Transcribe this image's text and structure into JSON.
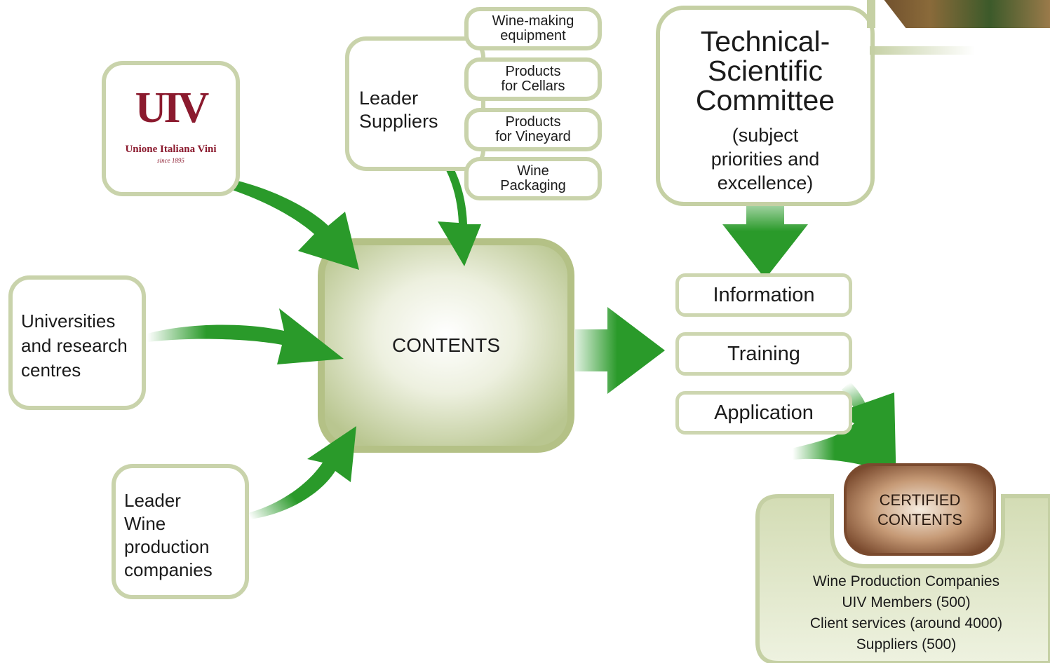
{
  "uiv_logo": {
    "mark": "UIV",
    "name": "Unione Italiana Vini",
    "since": "since 1895"
  },
  "universities": [
    "Universities",
    "and research",
    "centres"
  ],
  "leader_wine": [
    "Leader",
    "Wine",
    "production",
    "companies"
  ],
  "leader_suppliers": [
    "Leader",
    "Suppliers"
  ],
  "supplier_categories": [
    {
      "l1": "Wine-making",
      "l2": "equipment"
    },
    {
      "l1": "Products",
      "l2": "for Cellars"
    },
    {
      "l1": "Products",
      "l2": "for Vineyard"
    },
    {
      "l1": "Wine",
      "l2": "Packaging"
    }
  ],
  "contents": "CONTENTS",
  "committee": {
    "title": [
      "Technical-",
      "Scientific",
      "Committee"
    ],
    "subtitle": [
      "(subject",
      "priorities and",
      "excellence)"
    ]
  },
  "stages": [
    "Information",
    "Training",
    "Application"
  ],
  "certified": {
    "l1": "CERTIFIED",
    "l2": "CONTENTS"
  },
  "audience": [
    "Wine Production Companies",
    "UIV Members (500)",
    "Client services (around 4000)",
    "Suppliers (500)"
  ],
  "colors": {
    "box_border": "#c9d3ab",
    "arrow_green": "#2a9a2a",
    "contents_fill": "#c4cfa0",
    "certified_brown": "#8a5a3e",
    "text_dark": "#1b1b1b",
    "logo_red": "#8b1a2e"
  }
}
